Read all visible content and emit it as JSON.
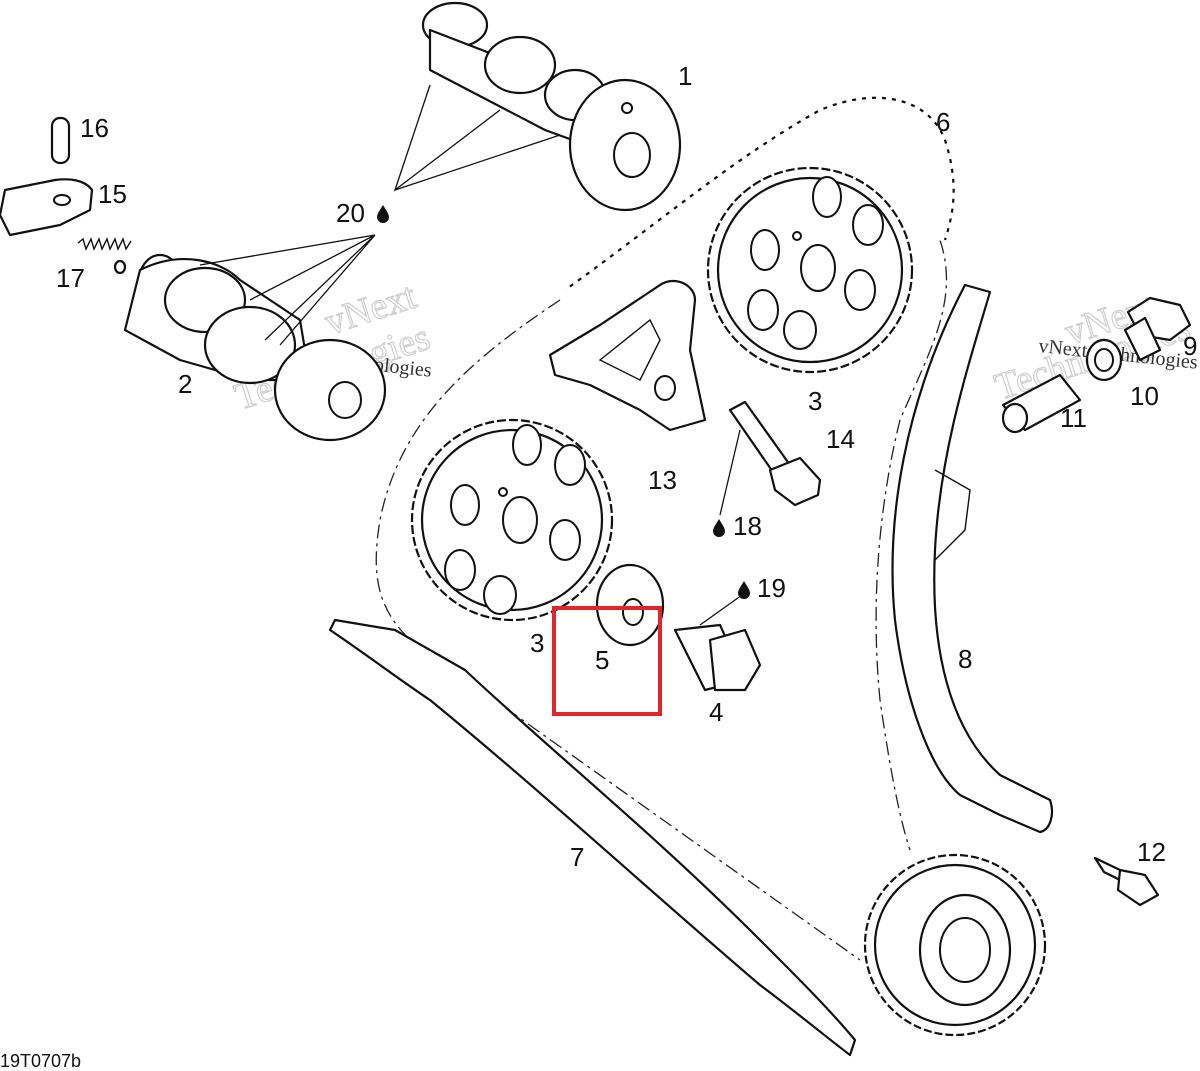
{
  "drawing": {
    "number": "19T0707b",
    "watermark_line1": "vNext",
    "watermark_line2": "Technologies",
    "watermark_small": "vNext Technologies"
  },
  "callouts": {
    "c1": "1",
    "c2": "2",
    "c3a": "3",
    "c3b": "3",
    "c4": "4",
    "c5": "5",
    "c6": "6",
    "c7": "7",
    "c8": "8",
    "c9": "9",
    "c10": "10",
    "c11": "11",
    "c12": "12",
    "c13": "13",
    "c14": "14",
    "c15": "15",
    "c16": "16",
    "c17": "17",
    "c18": "18",
    "c19": "19",
    "c20": "20"
  },
  "highlight": {
    "color": "#e0262b",
    "target": "5"
  }
}
